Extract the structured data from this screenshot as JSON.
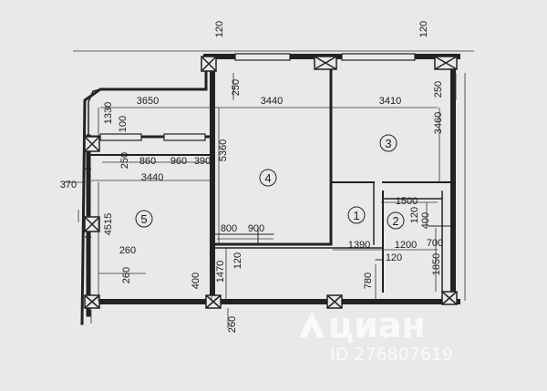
{
  "rooms": [
    "1",
    "2",
    "3",
    "4",
    "5"
  ],
  "dims": {
    "d120a": "120",
    "d120b": "120",
    "d3650": "3650",
    "d3440": "3440",
    "d3410": "3410",
    "d250a": "250",
    "d250b": "250",
    "d1330": "1330",
    "d100": "100",
    "d250c": "250",
    "d860": "860",
    "d960": "960",
    "d390": "390",
    "d3440b": "3440",
    "d5360": "5360",
    "d3460": "3460",
    "d370": "370",
    "d1500": "1500",
    "d120c": "120",
    "d400a": "400",
    "d4515": "4515",
    "d800": "800",
    "d900": "900",
    "d1390": "1390",
    "d1200": "1200",
    "d700": "700",
    "d260a": "260",
    "d120d": "120",
    "d120e": "120",
    "d1850": "1850",
    "d1470": "1470",
    "d400b": "400",
    "d260b": "260",
    "d780": "780",
    "d260c": "260"
  },
  "watermark": {
    "brand": "циан",
    "id": "ID 276807619"
  }
}
